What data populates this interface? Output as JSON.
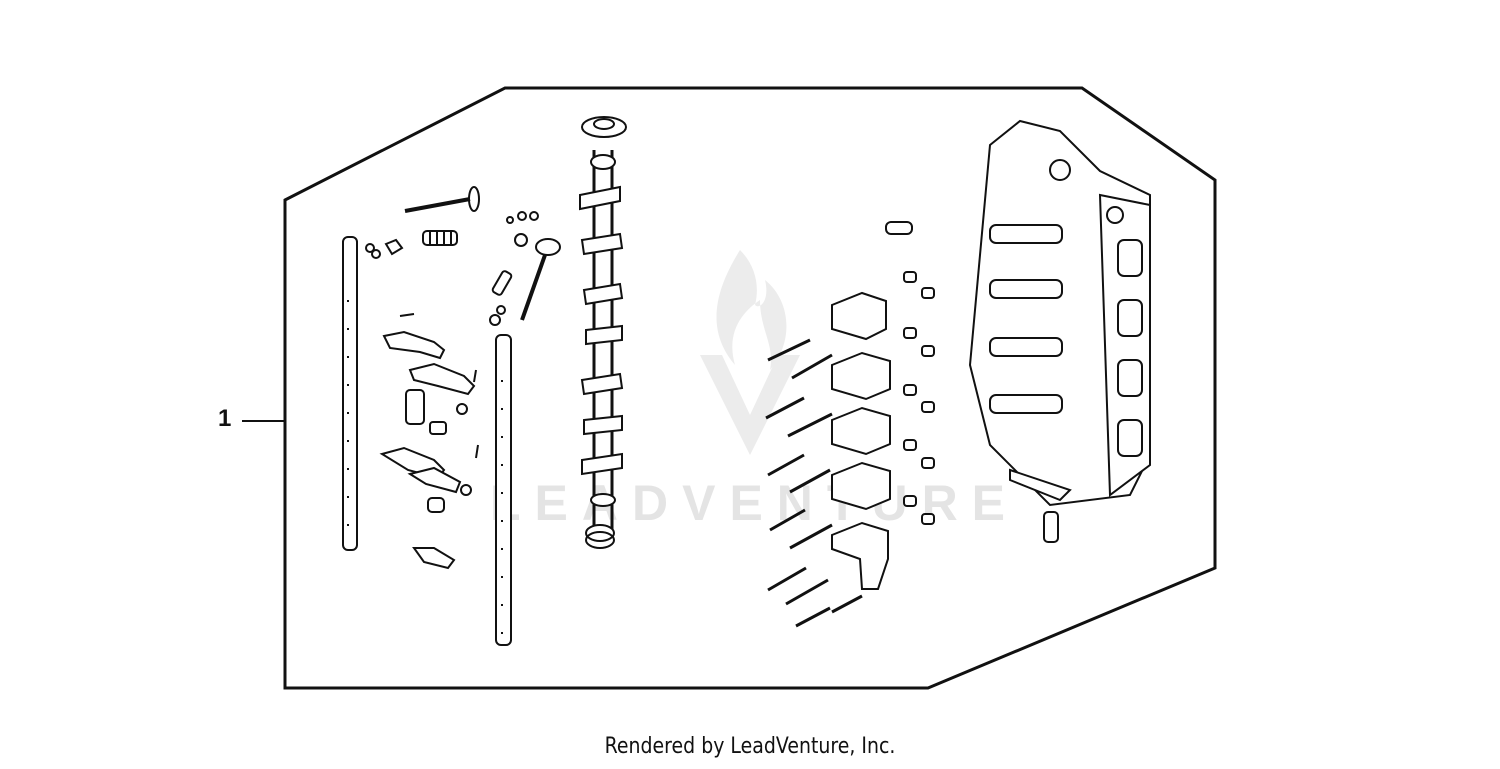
{
  "callout": {
    "number": "1"
  },
  "watermark": {
    "text": "LEADVENTURE"
  },
  "footer": {
    "text": "Rendered by LeadVenture, Inc."
  },
  "colors": {
    "line": "#111111",
    "watermark": "#e4e4e4",
    "background": "#ffffff"
  }
}
